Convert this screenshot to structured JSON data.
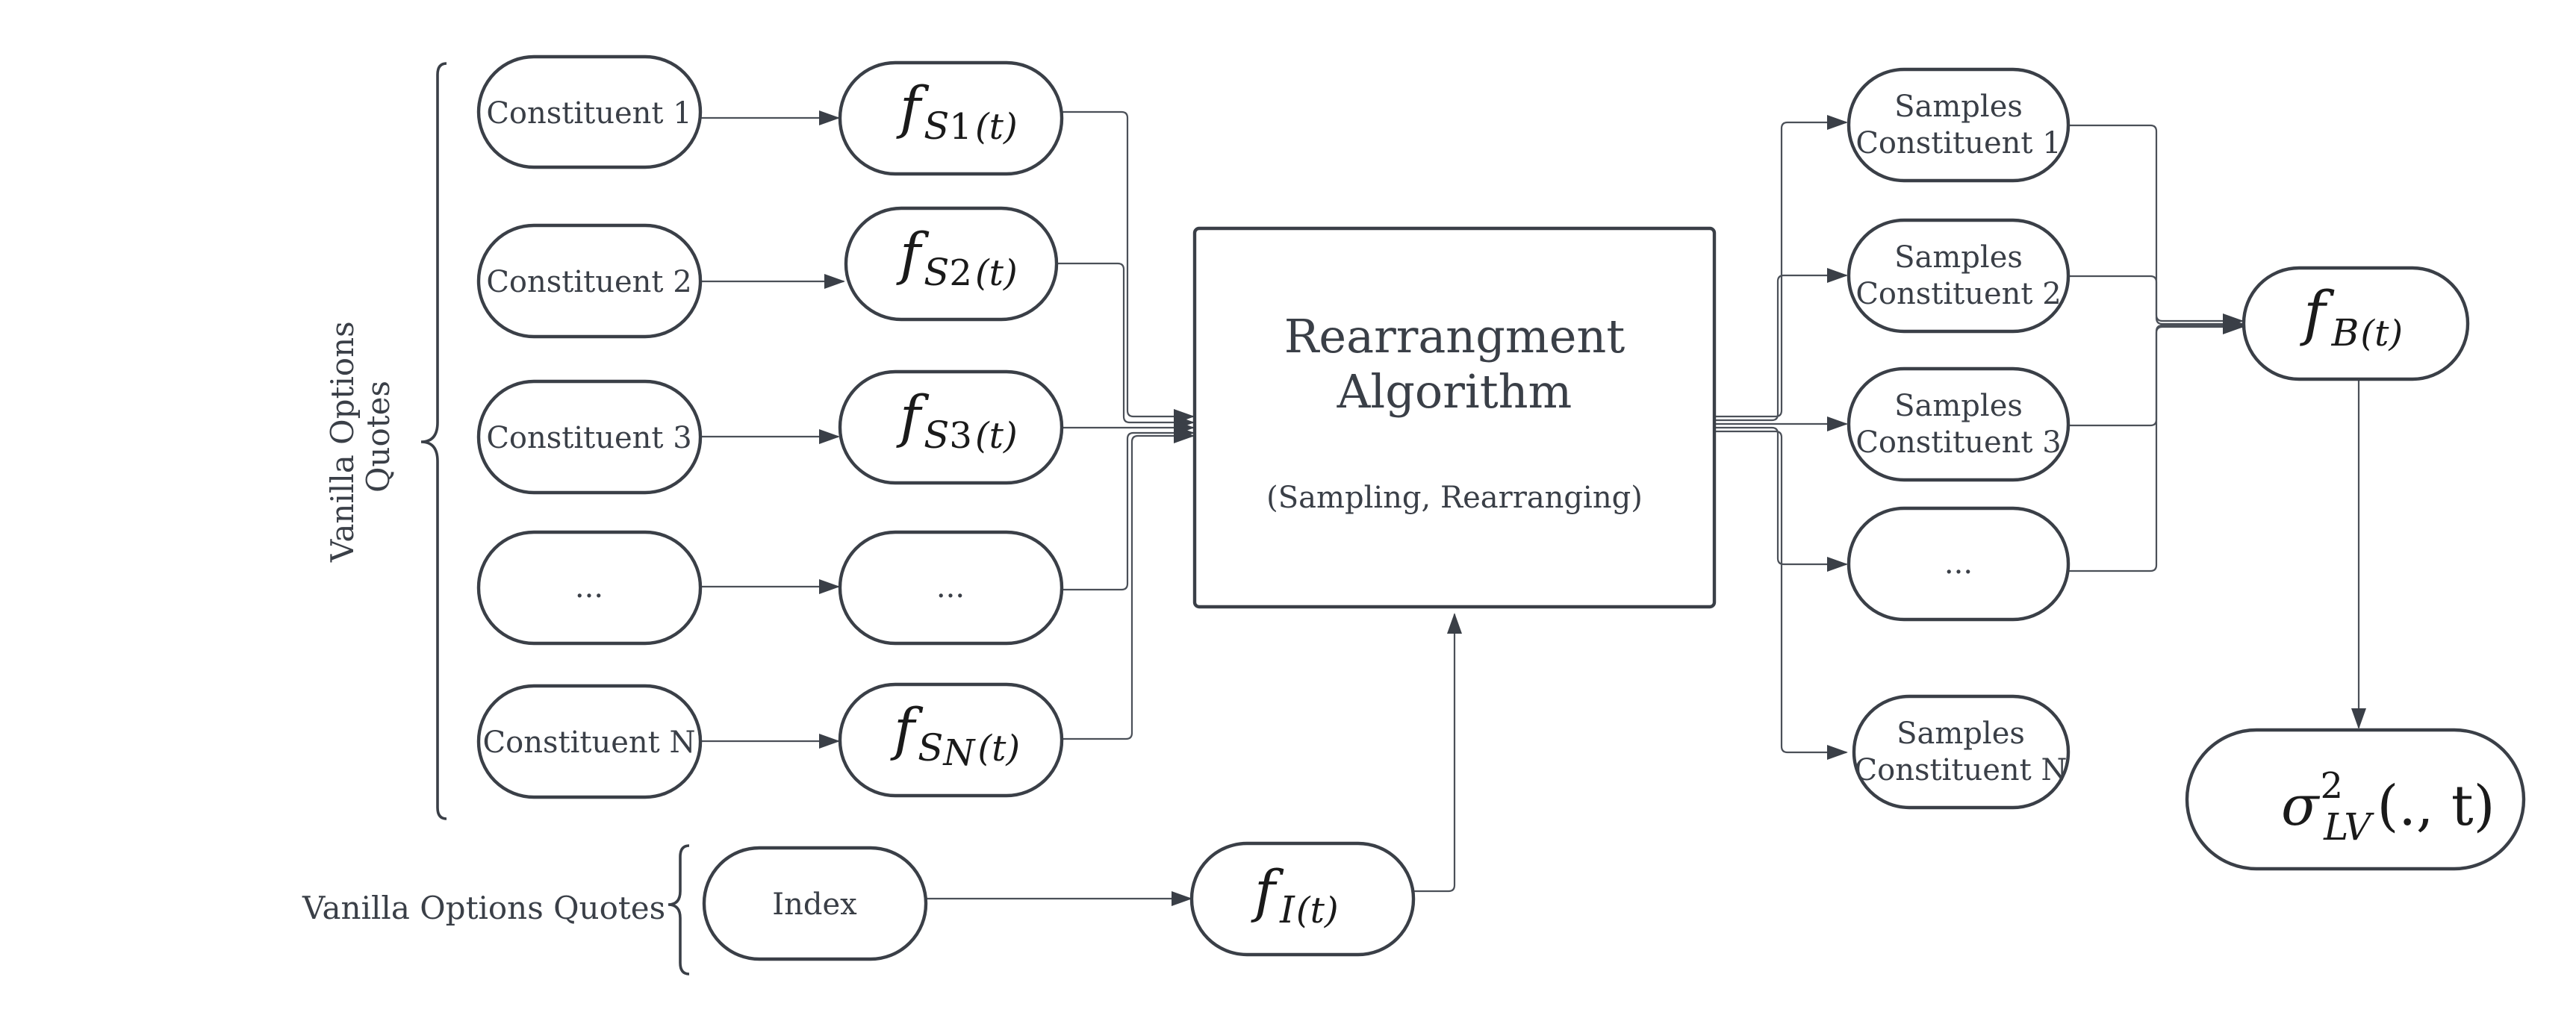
{
  "inputs": {
    "group_label_lines": [
      "Vanilla Options",
      "Quotes"
    ],
    "index_group_label": "Vanilla Options Quotes",
    "constituents": [
      "Constituent 1",
      "Constituent 2",
      "Constituent 3",
      "...",
      "Constituent N"
    ],
    "index": "Index"
  },
  "densities": {
    "symbol": "f",
    "items": [
      {
        "sub": "S",
        "sub2": "1",
        "arg": "(t)"
      },
      {
        "sub": "S",
        "sub2": "2",
        "arg": "(t)"
      },
      {
        "sub": "S",
        "sub2": "3",
        "arg": "(t)"
      },
      {
        "ellipsis": "..."
      },
      {
        "sub": "S",
        "sub2": "N",
        "arg": "(t)"
      }
    ],
    "index_density": {
      "sub": "I",
      "arg": "(t)"
    }
  },
  "algorithm": {
    "title_lines": [
      "Rearrangment",
      "Algorithm"
    ],
    "subtitle": "(Sampling, Rearranging)"
  },
  "samples": [
    [
      "Samples",
      "Constituent 1"
    ],
    [
      "Samples",
      "Constituent 2"
    ],
    [
      "Samples",
      "Constituent 3"
    ],
    [
      "..."
    ],
    [
      "Samples",
      "Constituent N"
    ]
  ],
  "basket_density": {
    "symbol": "f",
    "sub": "B",
    "arg": "(t)"
  },
  "local_vol": {
    "symbol": "σ",
    "sup": "2",
    "sub": "LV",
    "arg": "(., t)"
  },
  "colors": {
    "stroke": "#3a3f47",
    "edge": "#4b5058",
    "text": "#3a3f47"
  }
}
